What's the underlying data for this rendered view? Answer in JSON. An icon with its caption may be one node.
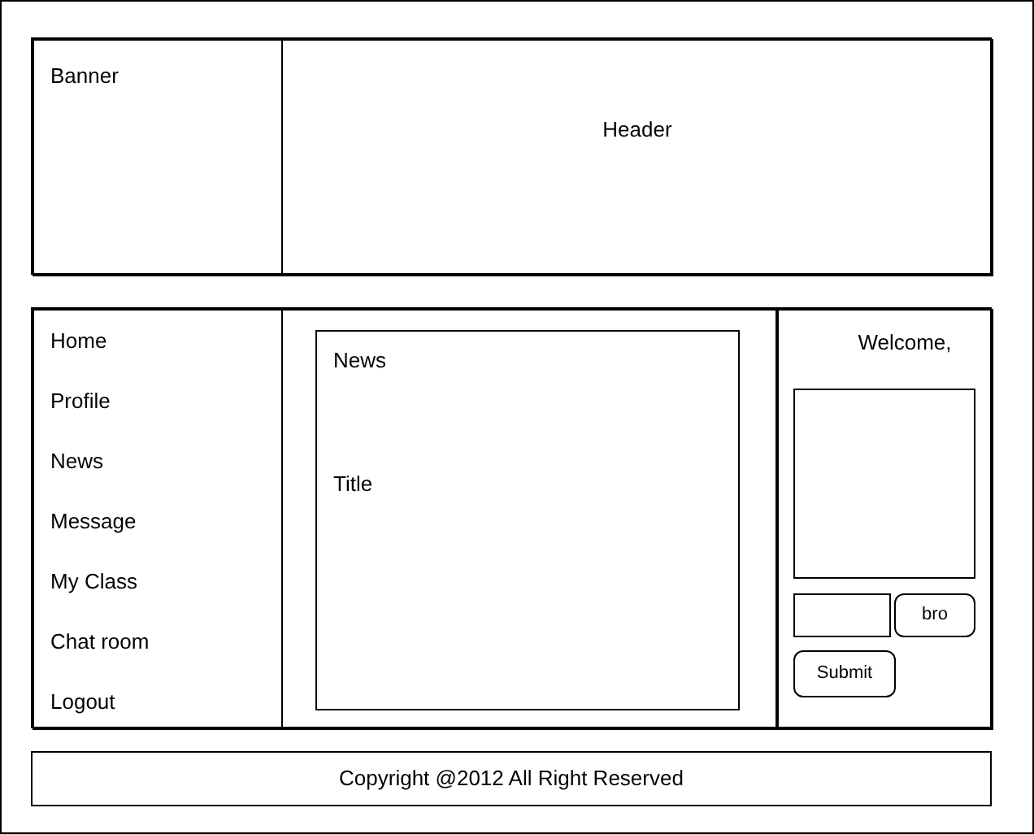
{
  "diagram": {
    "nodes": [
      {
        "text": [],
        "shape": "box"
      },
      {
        "text": [],
        "shape": "box",
        "in": 0
      },
      {
        "text": [
          "Banner"
        ],
        "in": 1
      },
      {
        "text": [
          "Header"
        ],
        "in": 1
      },
      {
        "text": [],
        "shape": "box",
        "in": 0
      },
      {
        "text": [
          "Home",
          "Profile",
          "News",
          "Message",
          "My Class",
          "Chat room",
          "Logout"
        ],
        "in": 4
      },
      {
        "text": [],
        "shape": "box",
        "in": 4
      },
      {
        "text": [
          "News",
          "Title"
        ],
        "in": 6
      },
      {
        "text": [
          "Welcome,"
        ],
        "in": 4
      },
      {
        "text": [],
        "shape": "box",
        "in": 8
      },
      {
        "text": [],
        "shape": "box",
        "in": 8
      },
      {
        "text": [
          "bro"
        ],
        "in": 8
      },
      {
        "text": [
          "Submit"
        ],
        "in": 8
      },
      {
        "text": [
          "Copyright @2012 All Right Reserved"
        ],
        "in": 0
      }
    ]
  }
}
